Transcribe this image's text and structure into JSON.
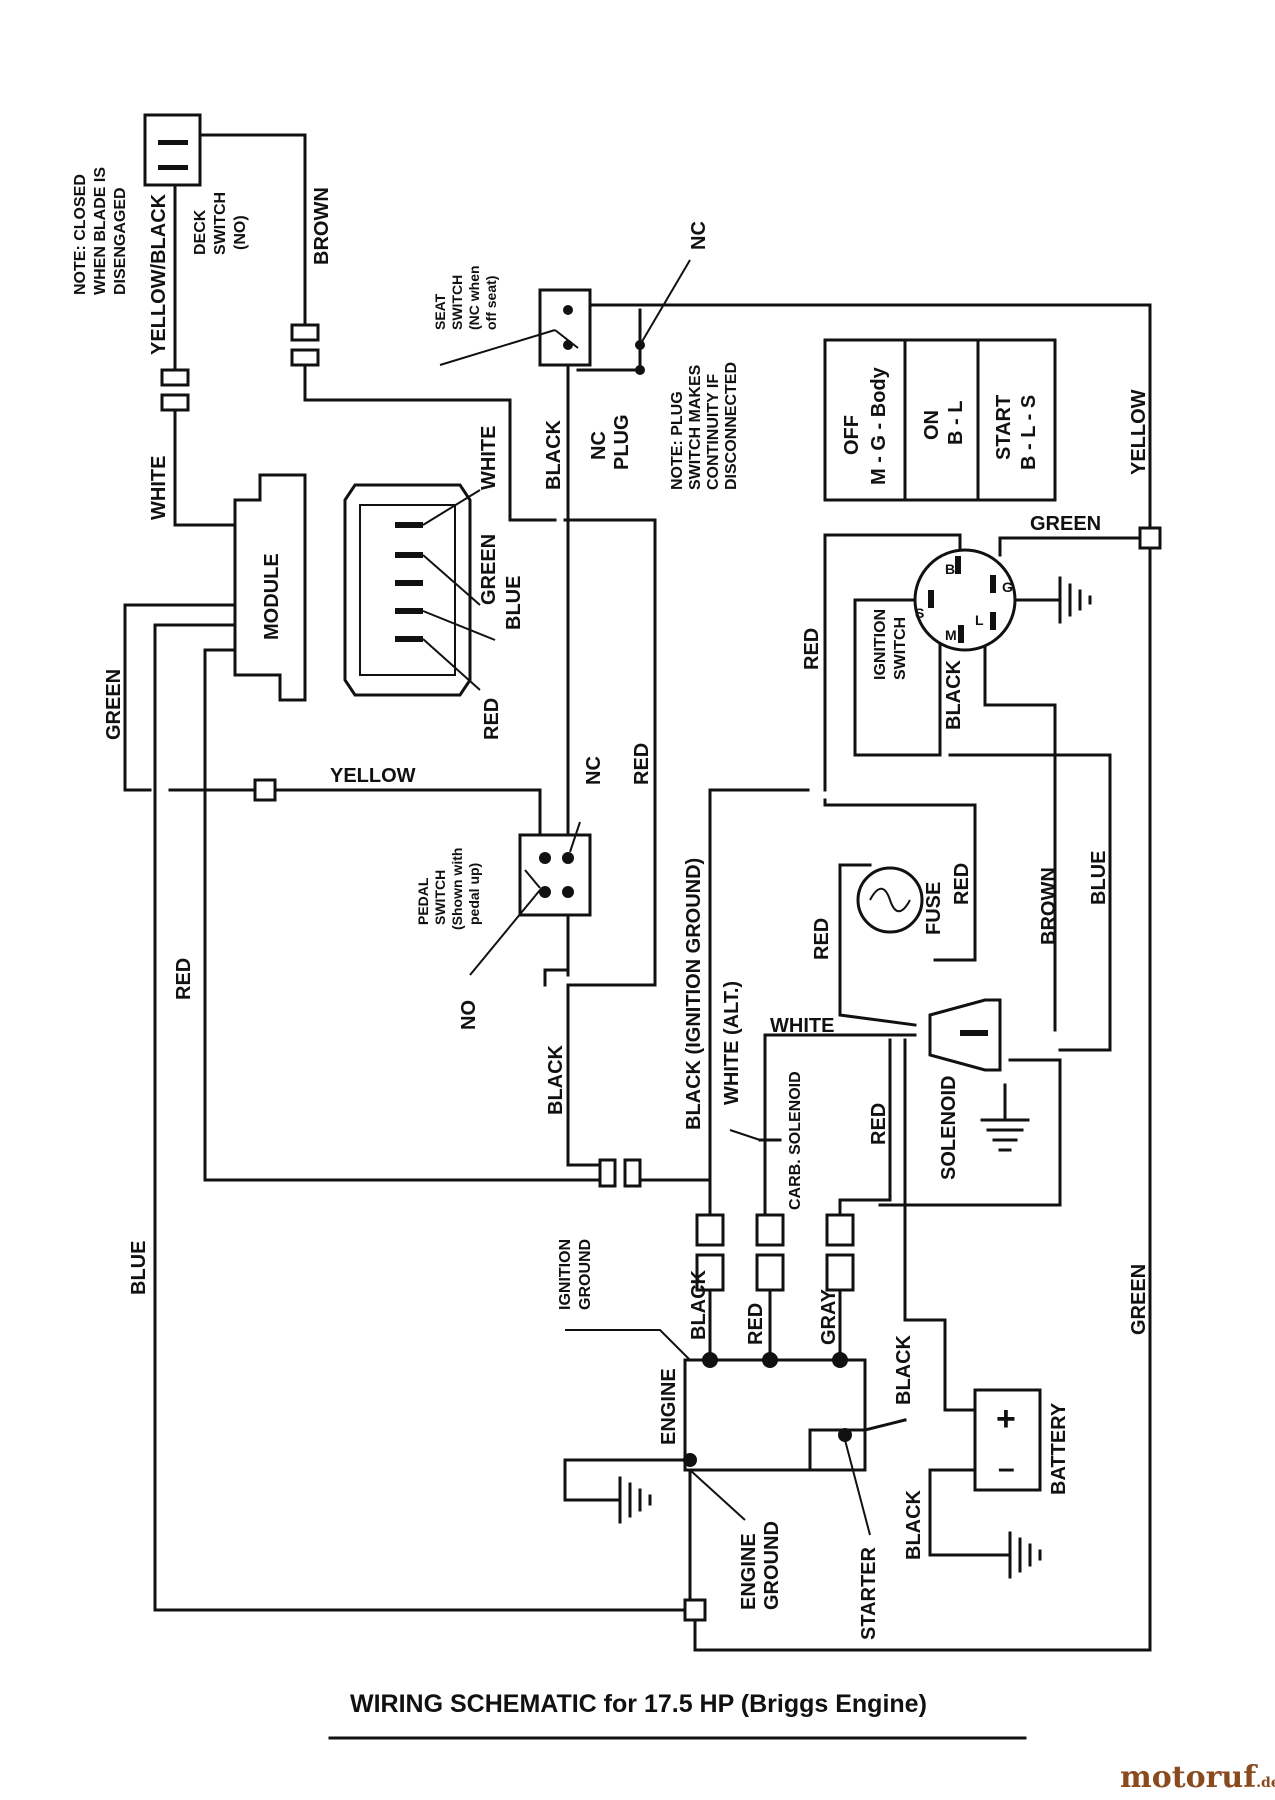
{
  "title": "WIRING SCHEMATIC for 17.5 HP (Briggs Engine)",
  "watermark": {
    "brand": "motoruf",
    "suffix": ".de",
    "color": "#8a4a1e"
  },
  "notes": {
    "blade": [
      "NOTE: CLOSED",
      "WHEN BLADE IS",
      "DISENGAGED"
    ],
    "plug": [
      "NOTE: PLUG",
      "SWITCH MAKES",
      "CONTINUITY IF",
      "DISCONNECTED"
    ]
  },
  "components": {
    "deck_switch": [
      "DECK",
      "SWITCH",
      "(NO)"
    ],
    "seat_switch": [
      "SEAT",
      "SWITCH",
      "(NC when",
      "off seat)"
    ],
    "nc_plug": [
      "NC",
      "PLUG"
    ],
    "module": "MODULE",
    "pedal_switch": [
      "PEDAL",
      "SWITCH",
      "(Shown with",
      "pedal up)"
    ],
    "ignition_switch": [
      "IGNITION",
      "SWITCH"
    ],
    "ignition_terminals": {
      "b": "B",
      "g": "G",
      "s": "S",
      "m": "M",
      "l": "L"
    },
    "fuse": "FUSE",
    "solenoid": "SOLENOID",
    "carb_solenoid": "CARB. SOLENOID",
    "engine": "ENGINE",
    "engine_ground": [
      "ENGINE",
      "GROUND"
    ],
    "ignition_ground": [
      "IGNITION",
      "GROUND"
    ],
    "starter": "STARTER",
    "battery": "BATTERY",
    "battery_plus": "+",
    "battery_minus": "–",
    "nc": "NC",
    "no": "NO"
  },
  "switch_table": [
    {
      "mode": "OFF",
      "terminals": "M - G - Body"
    },
    {
      "mode": "ON",
      "terminals": "B - L"
    },
    {
      "mode": "START",
      "terminals": "B - L - S"
    }
  ],
  "wire_labels": {
    "yellow_black": "YELLOW/BLACK",
    "brown": "BROWN",
    "white": "WHITE",
    "green": "GREEN",
    "blue": "BLUE",
    "red": "RED",
    "yellow": "YELLOW",
    "black": "BLACK",
    "gray": "GRAY",
    "black_ign_ground": "BLACK (IGNITION GROUND)",
    "white_alt": "WHITE (ALT.)"
  }
}
